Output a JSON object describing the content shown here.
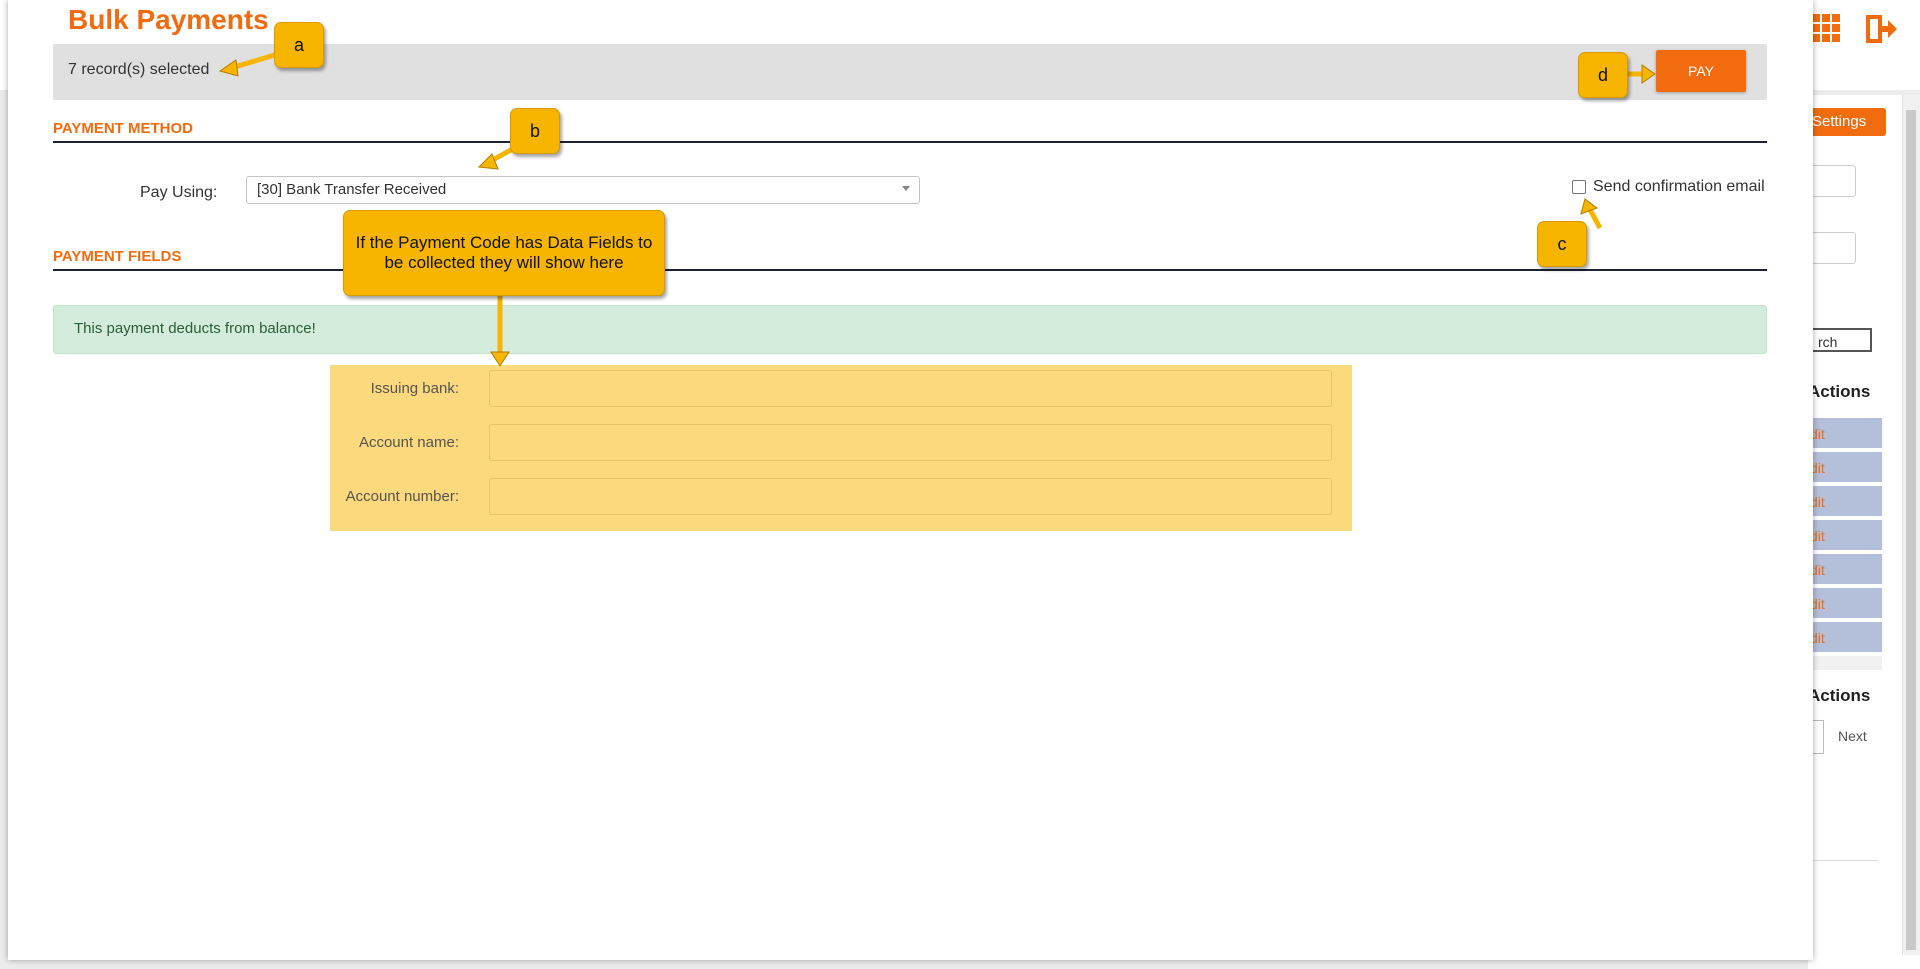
{
  "modal": {
    "title": "Bulk Payments",
    "selected_text": "7 record(s) selected",
    "pay_label": "PAY",
    "payment_method": {
      "section_title": "PAYMENT METHOD",
      "pay_using_label": "Pay Using:",
      "pay_using_value": "[30] Bank Transfer Received",
      "send_confirmation_label": "Send confirmation email",
      "send_confirmation_checked": false
    },
    "payment_fields": {
      "section_title": "PAYMENT FIELDS",
      "alert_text": "This payment deducts from balance!",
      "fields": [
        {
          "label": "Issuing bank:",
          "value": ""
        },
        {
          "label": "Account name:",
          "value": ""
        },
        {
          "label": "Account number:",
          "value": ""
        }
      ]
    }
  },
  "callouts": {
    "a": "a",
    "b": "b",
    "c": "c",
    "d": "d",
    "note": "If the Payment Code has Data Fields to be collected they will show here"
  },
  "background": {
    "settings_label": "Settings",
    "search_label": "rch",
    "actions_label": "Actions",
    "actions_label_2": "Actions",
    "row_action_label": "dit",
    "next_label": "Next"
  },
  "colors": {
    "accent": "#f26b0f",
    "callout": "#f7b500",
    "alert_bg": "#d4ecdc",
    "fields_highlight": "#fcd97d",
    "rule": "#1c2333"
  },
  "icons": [
    "apps-grid-icon",
    "logout-icon",
    "chevron-down-icon",
    "checkbox"
  ]
}
